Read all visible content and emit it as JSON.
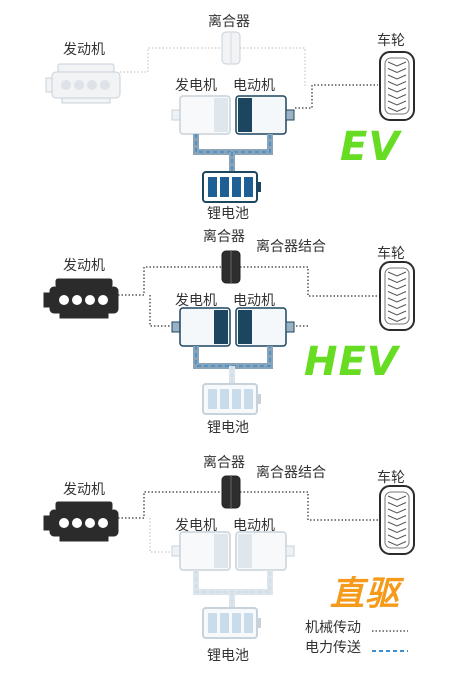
{
  "colors": {
    "ev_label": "#66dd22",
    "hev_label": "#66dd22",
    "direct_label": "#f59a1a",
    "active_dark": "#1c4560",
    "active_light": "#cfe1ee",
    "faded_stroke": "#c7d2da",
    "faded_fill": "#eef2f5",
    "electric_flow": "#3b8ed4",
    "mechanical_line": "#555555"
  },
  "panels": [
    {
      "mode_label": "EV",
      "clutch": "离合器",
      "clutch_state": "",
      "engine": "发动机",
      "generator": "发电机",
      "motor": "电动机",
      "wheel": "车轮",
      "battery": "锂电池"
    },
    {
      "mode_label": "HEV",
      "clutch": "离合器",
      "clutch_state": "离合器结合",
      "engine": "发动机",
      "generator": "发电机",
      "motor": "电动机",
      "wheel": "车轮",
      "battery": "锂电池"
    },
    {
      "mode_label": "直驱",
      "clutch": "离合器",
      "clutch_state": "离合器结合",
      "engine": "发动机",
      "generator": "发电机",
      "motor": "电动机",
      "wheel": "车轮",
      "battery": "锂电池"
    }
  ],
  "legend": {
    "mechanical": "机械传动",
    "electric": "电力传送"
  },
  "icons": [
    "engine-icon",
    "clutch-icon",
    "generator-icon",
    "motor-icon",
    "wheel-icon",
    "battery-icon"
  ]
}
